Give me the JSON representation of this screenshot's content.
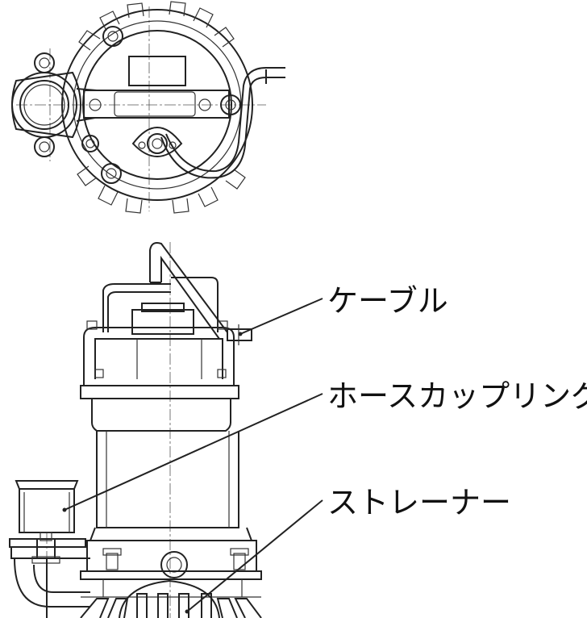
{
  "labels": {
    "cable": "ケーブル",
    "hose_coupling": "ホースカップリング",
    "strainer": "ストレーナー"
  },
  "colors": {
    "line": "#222222",
    "background": "#ffffff"
  }
}
